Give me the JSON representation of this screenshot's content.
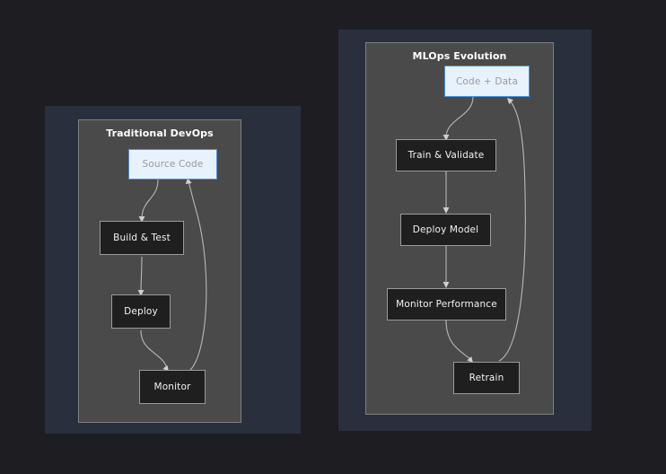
{
  "page": {
    "background": "#1e1e22"
  },
  "colors": {
    "page_background": "#1e1e22",
    "outer_panel": "#2a2f3d",
    "inner_panel": "#4a4a4a",
    "inner_panel_border": "#7f7f7f",
    "node_fill": "#1f1f1f",
    "node_border": "#9a9a9a",
    "node_text": "#f2f2f2",
    "start_node_fill": "#e8f2fd",
    "start_node_border": "#4d90d9",
    "start_node_text": "#9a9a9a",
    "edge_stroke": "#b8b8b8",
    "arrow_fill": "#cfcfcf",
    "title_text": "#ffffff"
  },
  "diagrams": [
    {
      "id": "traditional-devops",
      "title": "Traditional DevOps",
      "nodes": [
        {
          "id": "source-code",
          "label": "Source Code",
          "style": "start"
        },
        {
          "id": "build-test",
          "label": "Build & Test",
          "style": "dark"
        },
        {
          "id": "deploy",
          "label": "Deploy",
          "style": "dark"
        },
        {
          "id": "monitor",
          "label": "Monitor",
          "style": "dark"
        }
      ],
      "edges": [
        {
          "from": "source-code",
          "to": "build-test"
        },
        {
          "from": "build-test",
          "to": "deploy"
        },
        {
          "from": "deploy",
          "to": "monitor"
        },
        {
          "from": "monitor",
          "to": "source-code"
        }
      ]
    },
    {
      "id": "mlops-evolution",
      "title": "MLOps Evolution",
      "nodes": [
        {
          "id": "code-data",
          "label": "Code + Data",
          "style": "start"
        },
        {
          "id": "train-validate",
          "label": "Train & Validate",
          "style": "dark"
        },
        {
          "id": "deploy-model",
          "label": "Deploy Model",
          "style": "dark"
        },
        {
          "id": "monitor-performance",
          "label": "Monitor Performance",
          "style": "dark"
        },
        {
          "id": "retrain",
          "label": "Retrain",
          "style": "dark"
        }
      ],
      "edges": [
        {
          "from": "code-data",
          "to": "train-validate"
        },
        {
          "from": "train-validate",
          "to": "deploy-model"
        },
        {
          "from": "deploy-model",
          "to": "monitor-performance"
        },
        {
          "from": "monitor-performance",
          "to": "retrain"
        },
        {
          "from": "retrain",
          "to": "code-data"
        }
      ]
    }
  ]
}
